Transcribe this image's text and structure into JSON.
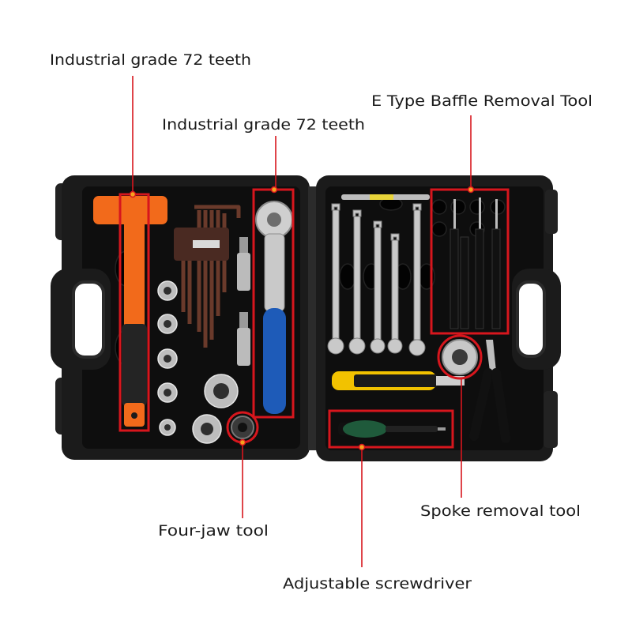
{
  "callouts": {
    "hammer": "Industrial grade 72 teeth",
    "ratchet": "Industrial grade 72 teeth",
    "baffle": "E Type Baffle Removal Tool",
    "four_jaw": "Four-jaw tool",
    "spoke": "Spoke removal tool",
    "screwdriver": "Adjustable screwdriver"
  },
  "colors": {
    "callout_red": "#d7161d",
    "case": "#1b1b1b",
    "foam": "#0e0e0e",
    "hammer": "#f26a1b",
    "ratchet_handle": "#1e5bb8",
    "knife": "#f2c200",
    "screwdriver_handle": "#1f5a3b"
  }
}
